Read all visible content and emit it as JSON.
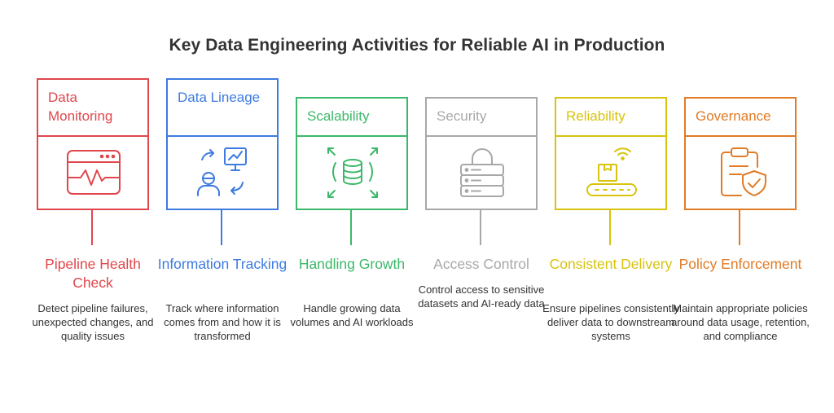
{
  "title": "Key Data Engineering Activities for Reliable AI in Production",
  "columns": [
    {
      "card_title": "Data Monitoring",
      "label": "Pipeline Health Check",
      "description": "Detect pipeline failures, unexpected changes, and quality issues",
      "color": "#e0474c",
      "icon": "monitoring-screen-icon"
    },
    {
      "card_title": "Data Lineage",
      "label": "Information Tracking",
      "description": "Track where information comes from and how it is transformed",
      "color": "#3d7be0",
      "icon": "person-chart-flow-icon"
    },
    {
      "card_title": "Scalability",
      "label": "Handling Growth",
      "description": "Handle growing data volumes and AI workloads",
      "color": "#3cb86a",
      "icon": "database-expand-icon"
    },
    {
      "card_title": "Security",
      "label": "Access Control",
      "description": "Control access to sensitive datasets and AI-ready data",
      "color": "#a8a8a8",
      "icon": "server-lock-icon"
    },
    {
      "card_title": "Reliability",
      "label": "Consistent Delivery",
      "description": "Ensure pipelines consistently deliver data to downstream systems",
      "color": "#d8c30d",
      "icon": "conveyor-box-icon"
    },
    {
      "card_title": "Governance",
      "label": "Policy Enforcement",
      "description": "Maintain appropriate policies around data usage, retention, and compliance",
      "color": "#e07b26",
      "icon": "clipboard-shield-icon"
    }
  ]
}
